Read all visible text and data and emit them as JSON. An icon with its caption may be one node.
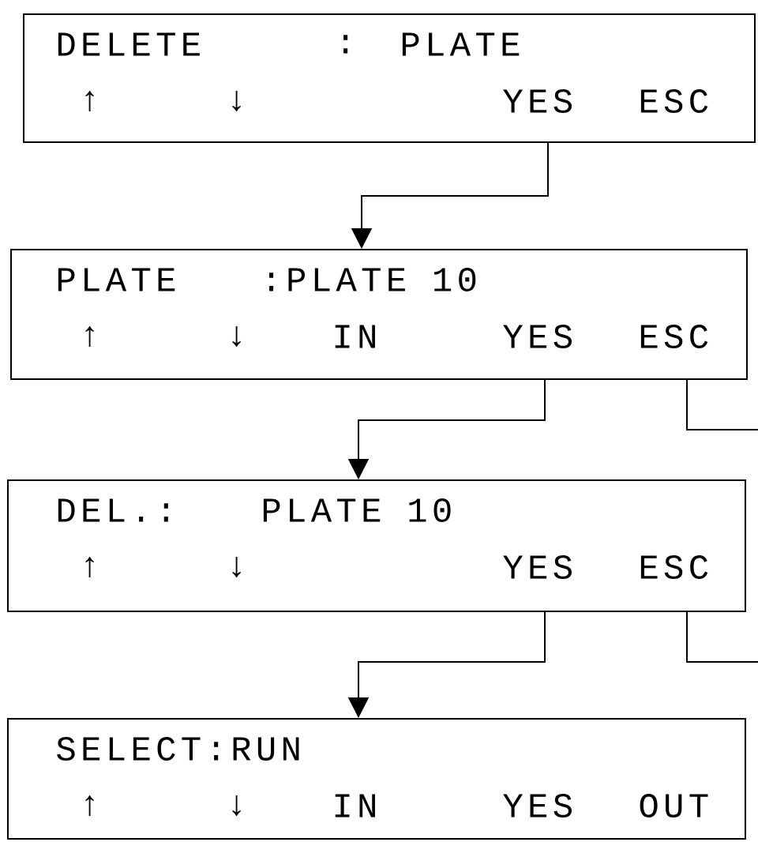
{
  "diagram": {
    "nodes": [
      {
        "text": [
          "DELETE",
          ":",
          "PLATE",
          "↑",
          "↓",
          "YES",
          "ESC"
        ]
      },
      {
        "text": [
          "PLATE",
          ":PLATE 10",
          "↑",
          "↓",
          "IN",
          "YES",
          "ESC"
        ]
      },
      {
        "text": [
          "DEL.:",
          "PLATE 10",
          "↑",
          "↓",
          "YES",
          "ESC"
        ]
      },
      {
        "text": [
          "SELECT:RUN",
          "↑",
          "↓",
          "IN",
          "YES",
          "OUT"
        ]
      }
    ],
    "edges": [
      {
        "from": 0,
        "to": 1,
        "arrow": "to"
      },
      {
        "from": 1,
        "to": 2,
        "arrow": "to"
      },
      {
        "from": 1,
        "to": null,
        "arrow": "none"
      },
      {
        "from": 2,
        "to": 3,
        "arrow": "to"
      },
      {
        "from": 2,
        "to": null,
        "arrow": "none"
      }
    ]
  }
}
